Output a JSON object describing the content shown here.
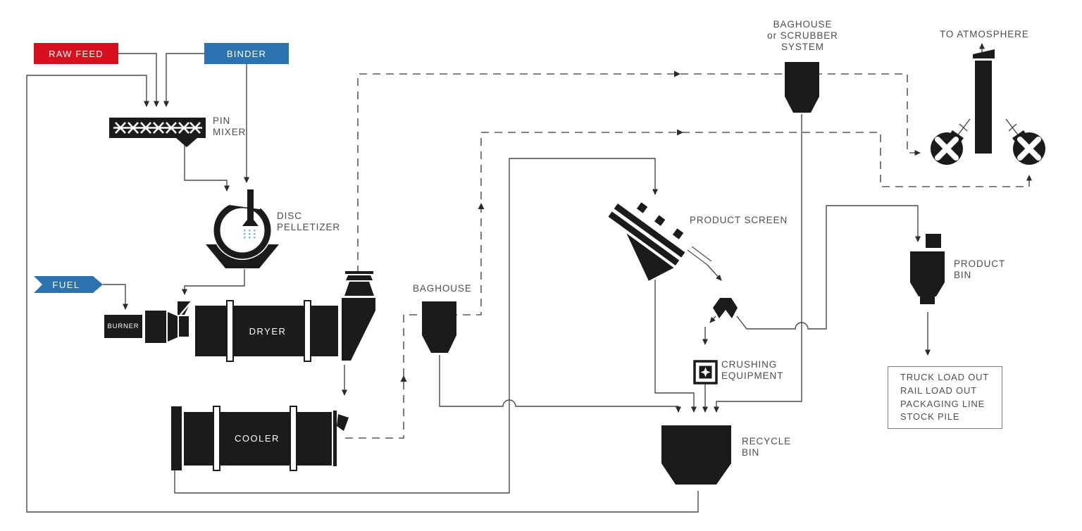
{
  "colors": {
    "raw_feed_red": "#d8101e",
    "binder_blue": "#2b73ae",
    "equipment_black": "#1b1b1b",
    "line_gray": "#4a4a4a",
    "spray_blue": "#85b9d9"
  },
  "nodes": {
    "raw_feed": "RAW FEED",
    "binder": "BINDER",
    "fuel": "FUEL",
    "pin_mixer": "PIN\nMIXER",
    "disc_pelletizer": "DISC\nPELLETIZER",
    "burner": "BURNER",
    "dryer": "DRYER",
    "cooler": "COOLER",
    "baghouse": "BAGHOUSE",
    "scrubber_system": "BAGHOUSE\nor SCRUBBER\nSYSTEM",
    "to_atmosphere": "TO ATMOSPHERE",
    "product_screen": "PRODUCT SCREEN",
    "crushing_equipment": "CRUSHING\nEQUIPMENT",
    "recycle_bin": "RECYCLE\nBIN",
    "product_bin": "PRODUCT\nBIN",
    "load_out": "TRUCK LOAD OUT\nRAIL LOAD OUT\nPACKAGING LINE\nSTOCK PILE"
  }
}
